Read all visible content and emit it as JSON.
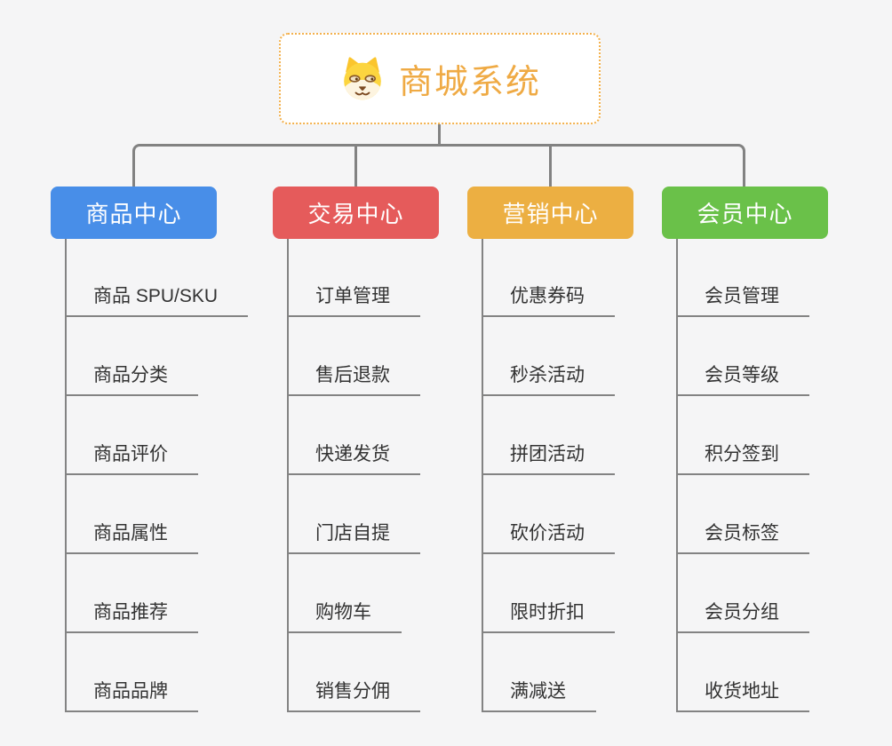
{
  "root": {
    "title": "商城系统",
    "icon": "dog-face-icon"
  },
  "branches": [
    {
      "label": "商品中心",
      "color": "#488ee8",
      "items": [
        "商品 SPU/SKU",
        "商品分类",
        "商品评价",
        "商品属性",
        "商品推荐",
        "商品品牌"
      ]
    },
    {
      "label": "交易中心",
      "color": "#e55b5b",
      "items": [
        "订单管理",
        "售后退款",
        "快递发货",
        "门店自提",
        "购物车",
        "销售分佣"
      ]
    },
    {
      "label": "营销中心",
      "color": "#ecaf42",
      "items": [
        "优惠券码",
        "秒杀活动",
        "拼团活动",
        "砍价活动",
        "限时折扣",
        "满减送"
      ]
    },
    {
      "label": "会员中心",
      "color": "#6ac149",
      "items": [
        "会员管理",
        "会员等级",
        "积分签到",
        "会员标签",
        "会员分组",
        "收货地址"
      ]
    }
  ],
  "colors": {
    "background": "#f5f5f6",
    "connector": "#828282",
    "root_border": "#f3b14d",
    "root_text": "#efaa44",
    "leaf_text": "#333333"
  }
}
